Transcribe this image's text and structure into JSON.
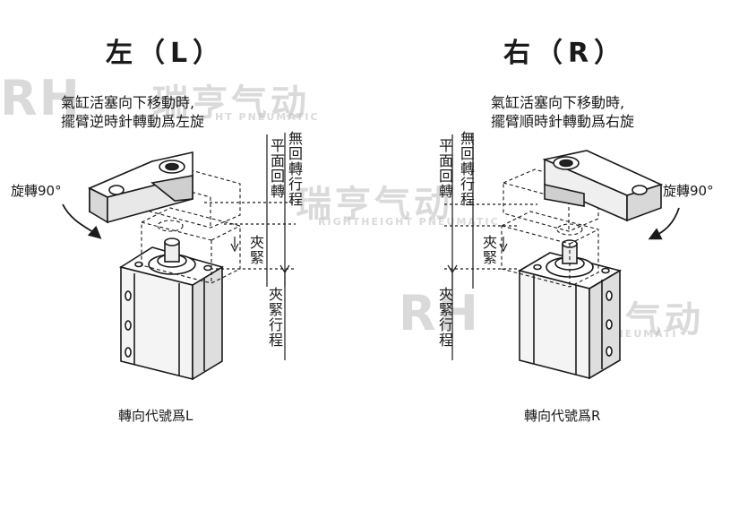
{
  "left": {
    "title": "左（L）",
    "description": "氣缸活塞向下移動時,\n擺臂逆時針轉動爲左旋",
    "rotation_label": "旋轉90°",
    "stroke_rotation": "平面回轉",
    "stroke_nonrotation": "無回轉行程",
    "clamp_label": "夾緊",
    "clamp_stroke": "夾緊行程",
    "caption": "轉向代號爲L"
  },
  "right": {
    "title": "右（R）",
    "description": "氣缸活塞向下移動時,\n擺臂順時針轉動爲右旋",
    "rotation_label": "旋轉90°",
    "stroke_rotation": "平面回轉",
    "stroke_nonrotation": "無回轉行程",
    "clamp_label": "夾緊",
    "clamp_stroke": "夾緊行程",
    "caption": "轉向代號爲R"
  },
  "watermark": {
    "logo": "RH",
    "brand_cn": "瑞亨气动",
    "brand_en_a": "HT PNEUMATIC",
    "brand_en_b": "RIGHTHEIGHT PNEUMATIC",
    "brand_en_c": "HT PNEUMATI"
  },
  "colors": {
    "line": "#1a1a1a",
    "fill": "#ffffff",
    "shade": "#e6e6e6",
    "watermark": "#bdbdbd"
  }
}
